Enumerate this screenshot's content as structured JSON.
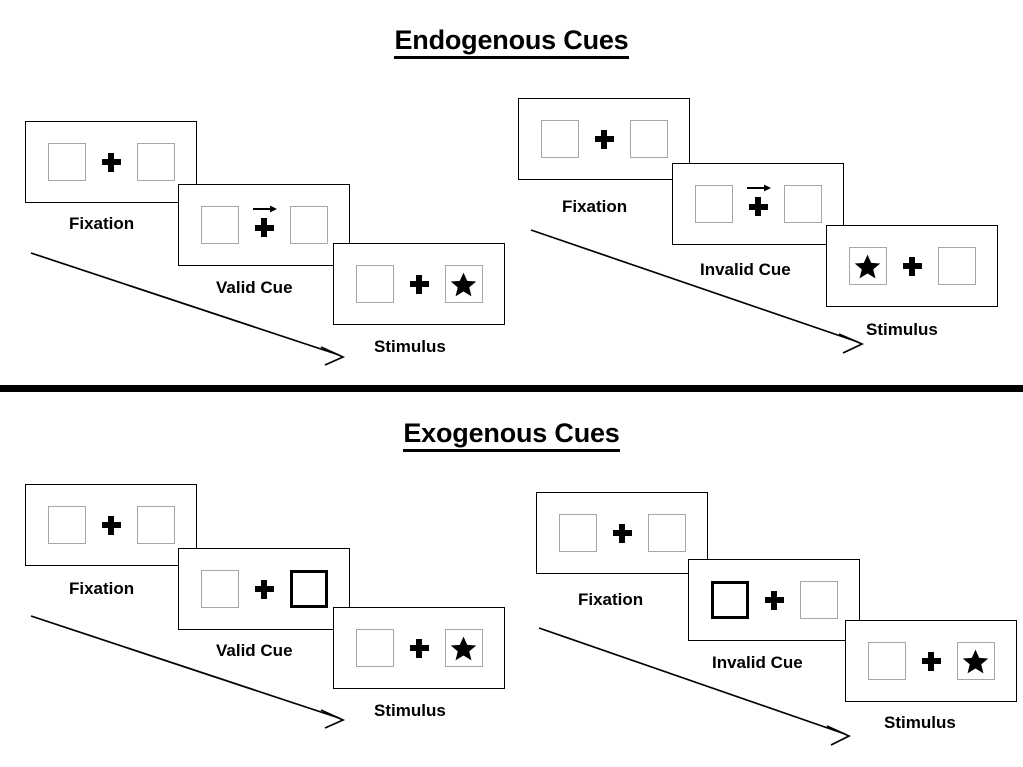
{
  "sections": [
    {
      "id": "endogenous",
      "title": "Endogenous Cues",
      "columns": [
        {
          "id": "endogenous-valid",
          "cue_type": "arrow",
          "cue_direction": "right",
          "panels": [
            {
              "id": "fixation",
              "caption": "Fixation",
              "left_box": "empty",
              "right_box": "empty",
              "cue": "none",
              "target": "none"
            },
            {
              "id": "cue",
              "caption": "Valid Cue",
              "left_box": "empty",
              "right_box": "empty",
              "cue": "arrow-right",
              "target": "none"
            },
            {
              "id": "stimulus",
              "caption": "Stimulus",
              "left_box": "empty",
              "right_box": "star",
              "cue": "none",
              "target": "right"
            }
          ]
        },
        {
          "id": "endogenous-invalid",
          "cue_type": "arrow",
          "cue_direction": "right",
          "panels": [
            {
              "id": "fixation",
              "caption": "Fixation",
              "left_box": "empty",
              "right_box": "empty",
              "cue": "none",
              "target": "none"
            },
            {
              "id": "cue",
              "caption": "Invalid Cue",
              "left_box": "empty",
              "right_box": "empty",
              "cue": "arrow-right",
              "target": "none"
            },
            {
              "id": "stimulus",
              "caption": "Stimulus",
              "left_box": "star",
              "right_box": "empty",
              "cue": "none",
              "target": "left"
            }
          ]
        }
      ]
    },
    {
      "id": "exogenous",
      "title": "Exogenous Cues",
      "columns": [
        {
          "id": "exogenous-valid",
          "cue_type": "box-highlight",
          "cue_direction": "right",
          "panels": [
            {
              "id": "fixation",
              "caption": "Fixation",
              "left_box": "empty",
              "right_box": "empty",
              "cue": "none",
              "target": "none"
            },
            {
              "id": "cue",
              "caption": "Valid Cue",
              "left_box": "empty",
              "right_box": "cued",
              "cue": "box-right",
              "target": "none"
            },
            {
              "id": "stimulus",
              "caption": "Stimulus",
              "left_box": "empty",
              "right_box": "star",
              "cue": "none",
              "target": "right"
            }
          ]
        },
        {
          "id": "exogenous-invalid",
          "cue_type": "box-highlight",
          "cue_direction": "left",
          "panels": [
            {
              "id": "fixation",
              "caption": "Fixation",
              "left_box": "empty",
              "right_box": "empty",
              "cue": "none",
              "target": "none"
            },
            {
              "id": "cue",
              "caption": "Invalid Cue",
              "left_box": "cued",
              "right_box": "empty",
              "cue": "box-left",
              "target": "none"
            },
            {
              "id": "stimulus",
              "caption": "Stimulus",
              "left_box": "empty",
              "right_box": "star",
              "cue": "none",
              "target": "right"
            }
          ]
        }
      ]
    }
  ],
  "icons": {
    "fixation_cross": "plus-cross-icon",
    "target": "star-icon",
    "cue_arrow": "arrow-right-icon",
    "time_flow": "time-arrow-icon"
  },
  "colors": {
    "ink": "#000000",
    "box_border": "#a6a6a6",
    "cued_box_border": "#000000",
    "panel_border": "#000000",
    "background": "#ffffff"
  }
}
